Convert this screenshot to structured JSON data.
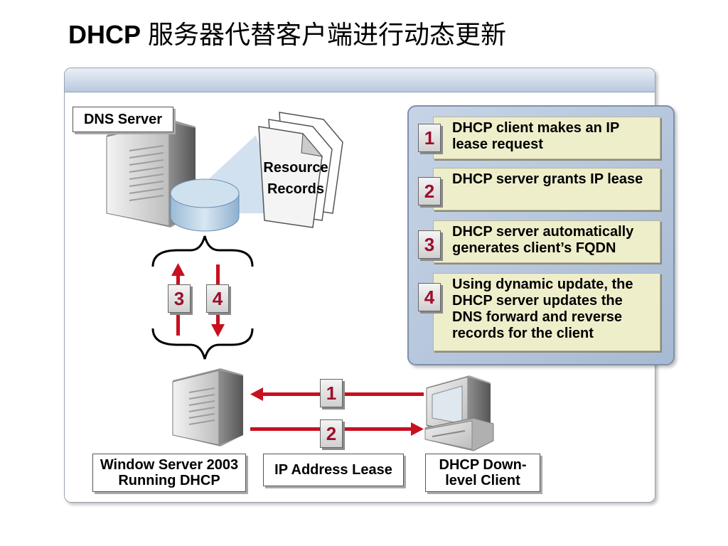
{
  "title": {
    "prefix": "DHCP",
    "text": " 服务器代替客户端进行动态更新"
  },
  "labels": {
    "dns_server": "DNS Server",
    "resource_records": "Resource Records",
    "dhcp_server": "Window Server 2003 Running DHCP",
    "ip_lease": "IP Address Lease",
    "client": "DHCP Down-level Client"
  },
  "arrow_numbers": {
    "a1": "1",
    "a2": "2",
    "a3": "3",
    "a4": "4"
  },
  "steps": [
    {
      "num": "1",
      "text": "DHCP client makes an IP lease request"
    },
    {
      "num": "2",
      "text": "DHCP server grants IP lease"
    },
    {
      "num": "3",
      "text": "DHCP server automatically generates client’s FQDN"
    },
    {
      "num": "4",
      "text": "Using dynamic update, the DHCP server updates the DNS forward and reverse records for the client"
    }
  ],
  "colors": {
    "arrow": "#c8101f",
    "number": "#9b0f2c",
    "step_bg": "#efeecb",
    "steps_panel": "#b7c7dc"
  }
}
